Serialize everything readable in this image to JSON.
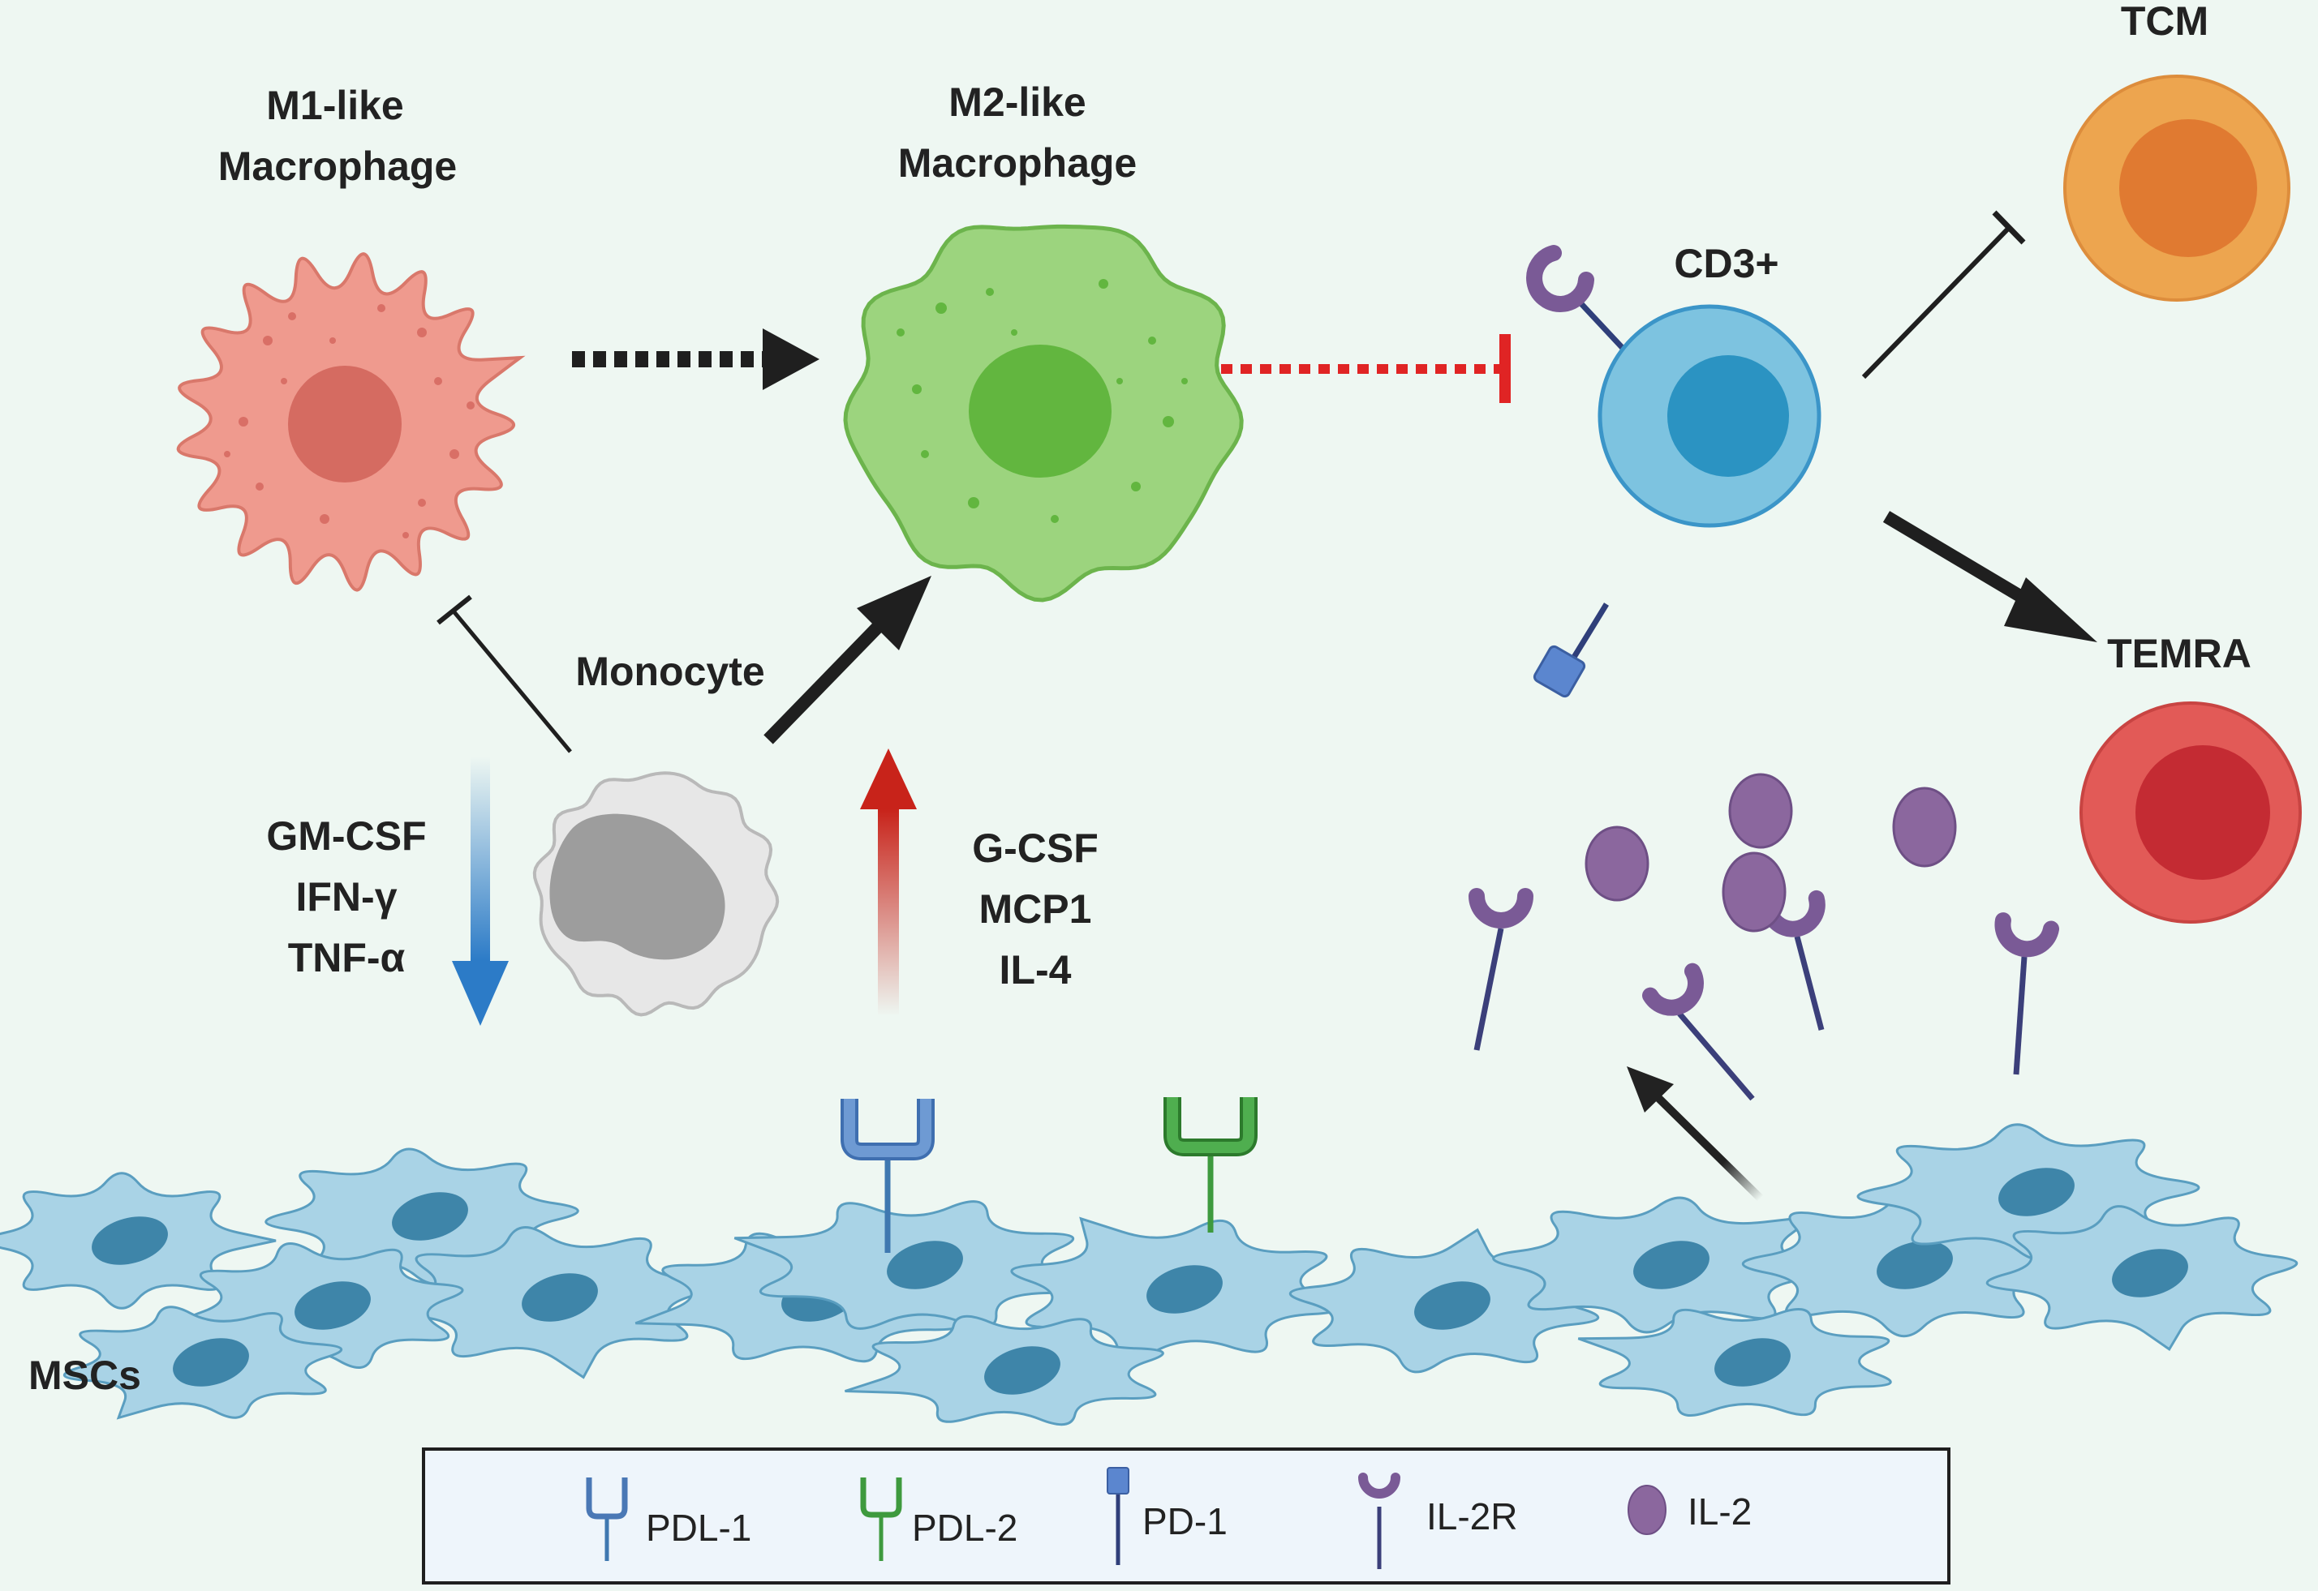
{
  "labels": {
    "m1_line1": "M1-like",
    "m1_line2": "Macrophage",
    "m2_line1": "M2-like",
    "m2_line2": "Macrophage",
    "cd3": "CD3+",
    "tcm": "TCM",
    "temra": "TEMRA",
    "monocyte": "Monocyte",
    "mscs": "MSCs"
  },
  "cytokines_down": [
    "GM-CSF",
    "IFN-γ",
    "TNF-α"
  ],
  "cytokines_up": [
    "G-CSF",
    "MCP1",
    "IL-4"
  ],
  "legend": {
    "items": [
      {
        "label": "PDL-1",
        "icon": "pdl1-icon",
        "color": "#4a78b5"
      },
      {
        "label": "PDL-2",
        "icon": "pdl2-icon",
        "color": "#3e9a3e"
      },
      {
        "label": "PD-1",
        "icon": "pd1-icon",
        "color": "#2f3f7a"
      },
      {
        "label": "IL-2R",
        "icon": "il2r-icon",
        "color": "#7a5a96"
      },
      {
        "label": "IL-2",
        "icon": "il2-icon",
        "color": "#8b679e"
      }
    ]
  },
  "colors": {
    "background": "#eef7f2",
    "m1": "#ef9a8e",
    "m1_nucleus": "#d56b61",
    "m2": "#9cd47e",
    "m2_nucleus": "#62b63f",
    "cd3": "#7dc3e0",
    "cd3_nucleus": "#2b93c2",
    "tcm": "#eda54f",
    "tcm_nucleus": "#e07a31",
    "temra": "#e25a57",
    "temra_nucleus": "#c42b33",
    "msc": "#a9d3e6",
    "msc_nucleus": "#3e85a9",
    "il2": "#8b679e",
    "blue_arrow": "#2c7bc7",
    "red_arrow": "#c8231a",
    "inhibition_red": "#e02424"
  }
}
